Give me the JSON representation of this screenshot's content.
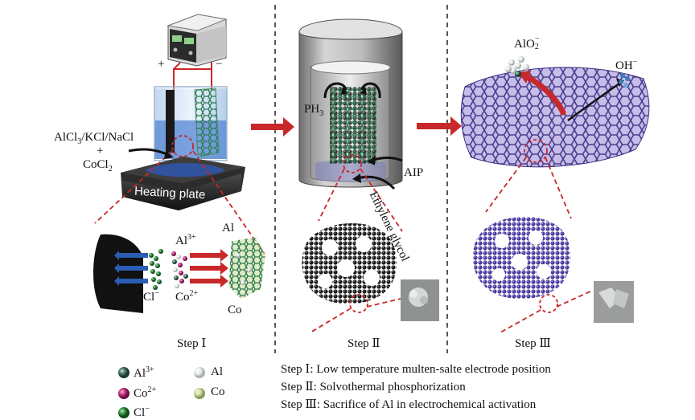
{
  "step1": {
    "electrolyte_line1": "AlCl3/KCl/NaCl",
    "plus_sign": "+",
    "cocl2": "CoCl2",
    "power_plus": "+",
    "power_minus": "−",
    "heating_plate": "Heating plate",
    "al3": "Al3+",
    "al": "Al",
    "cl": "Cl−",
    "co2": "Co2+",
    "co": "Co",
    "label": "Step Ⅰ"
  },
  "step2": {
    "ph3": "PH3",
    "aip": "AIP",
    "ethylene_glycol": "Ethylene glycol",
    "label": "Step Ⅱ"
  },
  "step3": {
    "alo2": "AlO2−",
    "oh": "OH−",
    "label": "Step Ⅲ"
  },
  "legend": {
    "al3": "Al3+",
    "al": "Al",
    "co2": "Co2+",
    "co": "Co",
    "cl": "Cl−",
    "colors": {
      "al3": "#3f6b58",
      "al": "#e8ecec",
      "co2": "#c2307e",
      "co": "#c9dca0",
      "cl": "#2c8b3a"
    }
  },
  "descriptions": [
    "Step Ⅰ: Low temperature multen-salte electrode position",
    "Step Ⅱ: Solvothermal phosphorization",
    "Step Ⅲ: Sacrifice of Al in electrochemical activation"
  ]
}
